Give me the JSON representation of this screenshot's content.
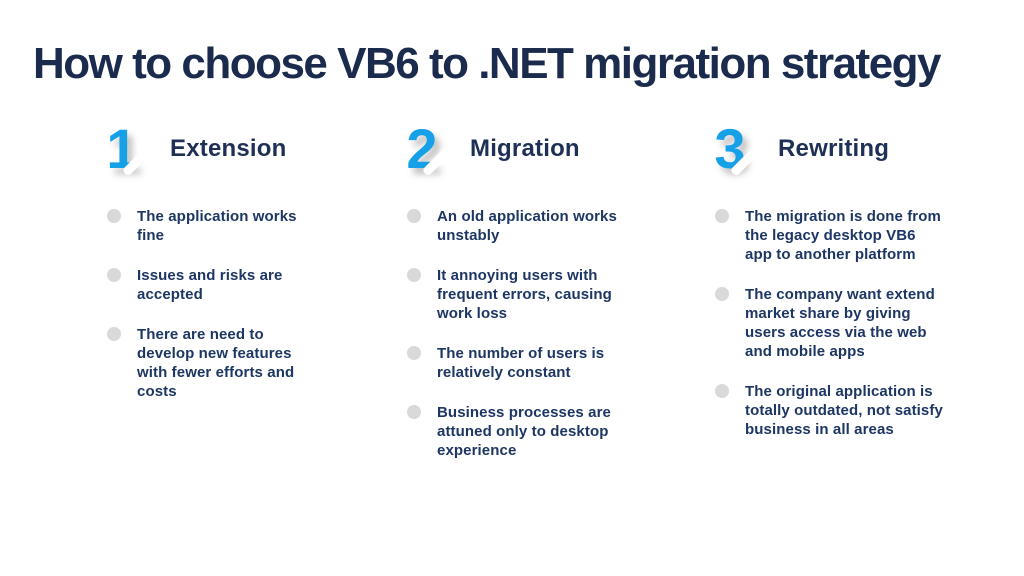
{
  "slide": {
    "title": "How to choose VB6 to .NET migration strategy"
  },
  "colors": {
    "title_navy": "#1b2b4d",
    "heading_navy": "#1e3056",
    "body_navy": "#1d3663",
    "accent_blue": "#16a0e8",
    "bullet_gray": "#d9d9d9",
    "background": "#ffffff"
  },
  "columns": [
    {
      "number": "1",
      "heading": "Extension",
      "items": [
        "The application works fine",
        "Issues and risks are accepted",
        "There are need to develop new features with fewer efforts and costs"
      ]
    },
    {
      "number": "2",
      "heading": "Migration",
      "items": [
        "An old application works unstably",
        "It annoying users with frequent errors, causing work loss",
        "The number of users is relatively constant",
        "Business processes are attuned only to desktop experience"
      ]
    },
    {
      "number": "3",
      "heading": "Rewriting",
      "items": [
        "The migration is done from the legacy desktop VB6 app to another platform",
        "The company want extend market share by giving users access via the web and mobile apps",
        "The original application is totally outdated, not satisfy business in all areas"
      ]
    }
  ]
}
